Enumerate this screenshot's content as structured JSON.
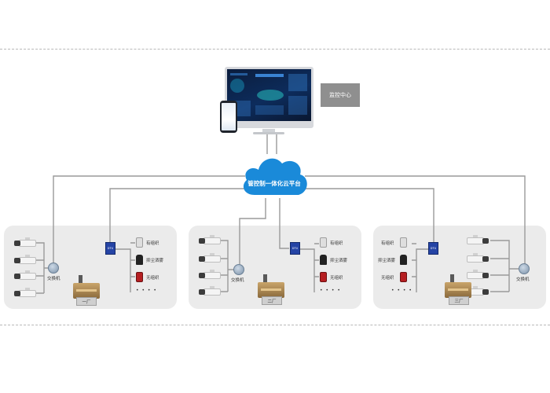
{
  "monitor_center": {
    "label": "监控中心"
  },
  "cloud": {
    "label": "管控制一体化云平台"
  },
  "sites": [
    {
      "factory_label": "一厂",
      "switch_label": "交换机",
      "sensors": [
        "有组织",
        "抑尘洒雾",
        "无组织"
      ],
      "more": "• • • •"
    },
    {
      "factory_label": "二厂",
      "switch_label": "交换机",
      "sensors": [
        "有组织",
        "抑尘洒雾",
        "无组织"
      ],
      "more": "• • • •"
    },
    {
      "factory_label": "三厂",
      "switch_label": "交换机",
      "sensors": [
        "有组织",
        "抑尘洒雾",
        "无组织"
      ],
      "more": "• • • •"
    }
  ],
  "icons": {
    "camera": "camera-icon",
    "switch": "network-switch-icon",
    "gateway": "gateway-device-icon",
    "factory": "factory-icon",
    "cloud": "cloud-icon"
  },
  "colors": {
    "cloud": "#1a8ad9",
    "gateway": "#2544a5",
    "panel": "#ebebeb",
    "monitor_box": "#8f8f8f",
    "alarm": "#b51e21"
  }
}
